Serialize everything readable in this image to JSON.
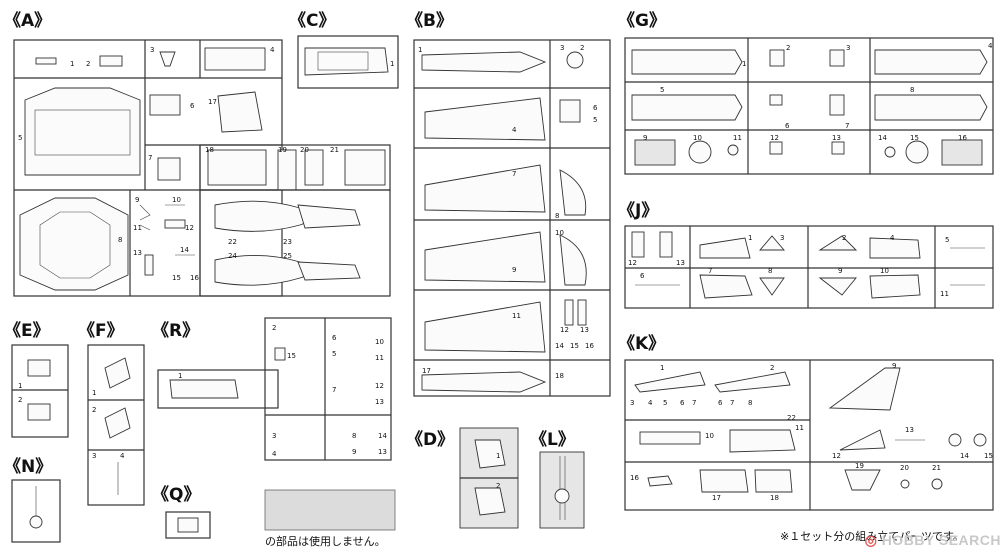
{
  "sheet": {
    "labels": {
      "A": "《A》",
      "B": "《B》",
      "C": "《C》",
      "D": "《D》",
      "E": "《E》",
      "F": "《F》",
      "G": "《G》",
      "J": "《J》",
      "K": "《K》",
      "L": "《L》",
      "N": "《N》",
      "Q": "《Q》",
      "R": "《R》"
    },
    "unused_note": "の部品は使用しません。",
    "set_note": "※１セット分の組み立てパーツです。",
    "watermark_brand": "HOBBY SEARCH",
    "colors": {
      "ink": "#1a1a1a",
      "unused_fill": "#e0e0e0",
      "watermark": "#c8c8c8"
    }
  }
}
